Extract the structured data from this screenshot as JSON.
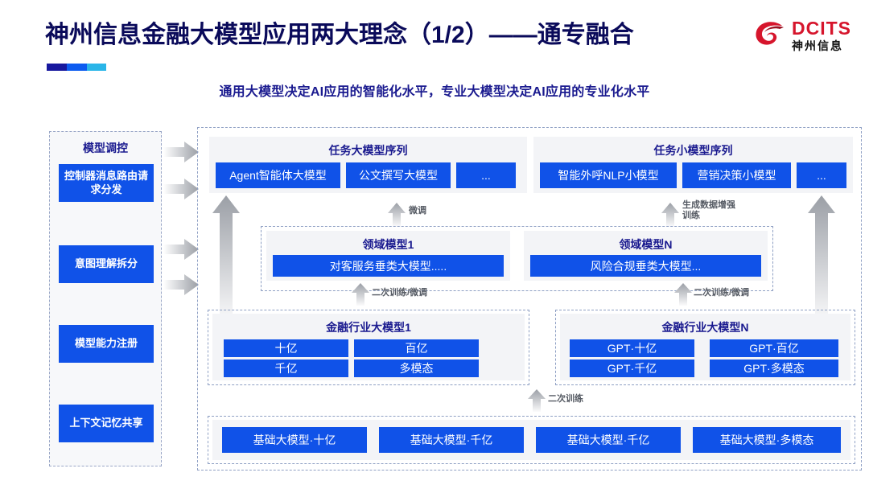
{
  "header": {
    "title": "神州信息金融大模型应用两大理念（1/2）——通专融合",
    "subtitle": "通用大模型决定AI应用的智能化水平，专业大模型决定AI应用的专业化水平",
    "logo_en": "DCITS",
    "logo_cn": "神州信息",
    "colors": {
      "title_navy": "#0a0a5a",
      "chip_blue": "#1052e8",
      "card_grey": "#f3f4f7",
      "logo_red": "#d6152c",
      "rule1": "#17189e",
      "rule2": "#0c5bf0",
      "rule3": "#2ab5e8"
    }
  },
  "left_panel": {
    "title": "模型调控",
    "items": [
      {
        "label": "控制器消息路由请求分发"
      },
      {
        "label": "意图理解拆分"
      },
      {
        "label": "模型能力注册"
      },
      {
        "label": "上下文记忆共享"
      }
    ]
  },
  "task_sequences": [
    {
      "title": "任务大模型序列",
      "chips": [
        "Agent智能体大模型",
        "公文撰写大模型",
        "..."
      ]
    },
    {
      "title": "任务小模型序列",
      "chips": [
        "智能外呼NLP小模型",
        "营销决策小模型",
        "..."
      ]
    }
  ],
  "domain_models": [
    {
      "title": "领域模型1",
      "chips": [
        "对客服务垂类大模型....."
      ]
    },
    {
      "title": "领域模型N",
      "chips": [
        "风险合规垂类大模型..."
      ]
    }
  ],
  "industry_models": [
    {
      "title": "金融行业大模型1",
      "chips": [
        "十亿",
        "百亿",
        "千亿",
        "多模态"
      ]
    },
    {
      "title": "金融行业大模型N",
      "chips": [
        "GPT·十亿",
        "GPT·百亿",
        "GPT·千亿",
        "GPT·多模态"
      ]
    }
  ],
  "base_models": {
    "chips": [
      "基础大模型·十亿",
      "基础大模型·千亿",
      "基础大模型·千亿",
      "基础大模型·多模态"
    ]
  },
  "arrow_labels": {
    "fine_tune": "微调",
    "data_aug": "生成数据增强\n训练",
    "retrain_tune_left": "二次训练/微调",
    "retrain_tune_right": "二次训练/微调",
    "retrain": "二次训练"
  }
}
